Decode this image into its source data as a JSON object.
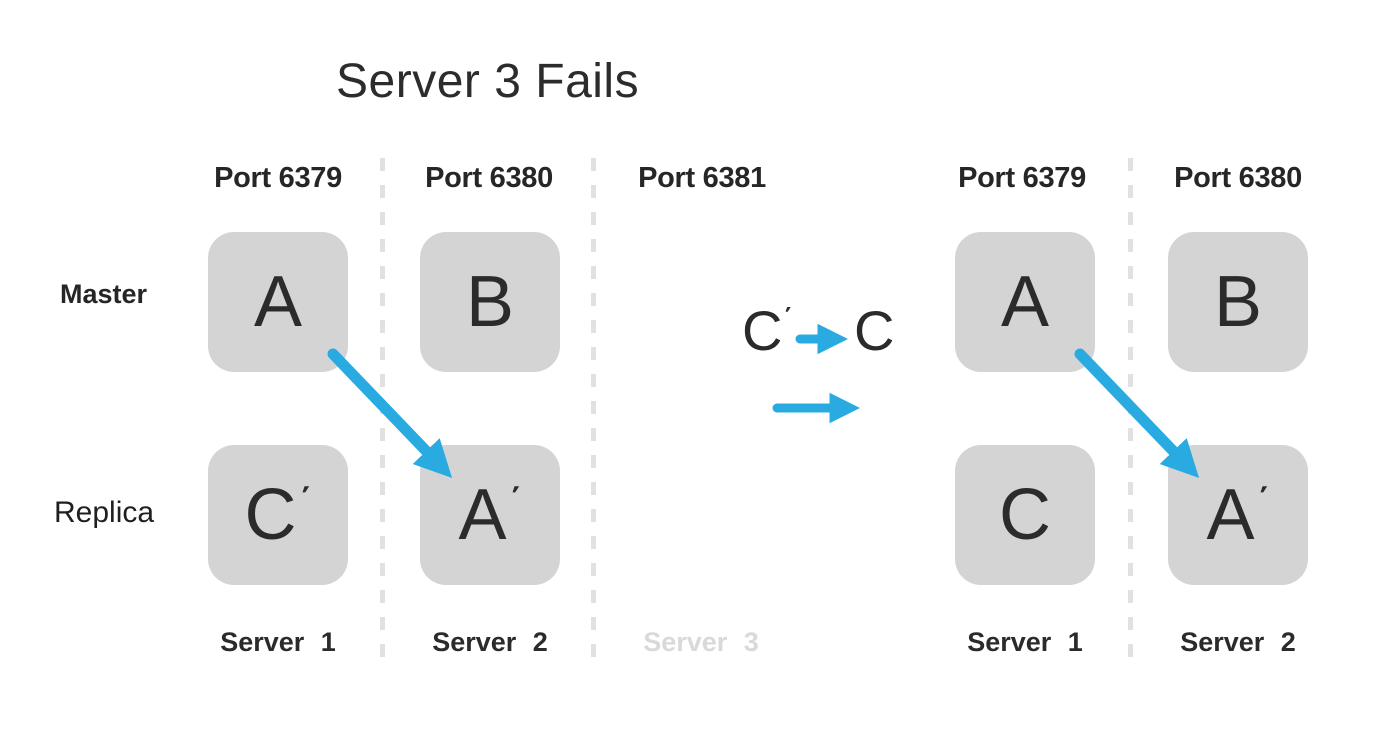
{
  "title": "Server 3 Fails",
  "colors": {
    "arrow_blue": "#29abe2",
    "node_gray": "#d4d4d4",
    "text_dark": "#2b2b2b",
    "failed_server_gray": "#d9d9d9"
  },
  "row_labels": {
    "master": "Master",
    "replica": "Replica"
  },
  "left_cluster": {
    "ports": [
      "Port 6379",
      "Port 6380",
      "Port 6381"
    ],
    "master_nodes": [
      {
        "letter": "A",
        "prime": ""
      },
      {
        "letter": "B",
        "prime": ""
      }
    ],
    "replica_nodes": [
      {
        "letter": "C",
        "prime": "′"
      },
      {
        "letter": "A",
        "prime": "′"
      }
    ],
    "servers": [
      "Server 1",
      "Server 2",
      "Server 3"
    ],
    "failed_server_index": 2
  },
  "transition": {
    "from_letter": "C",
    "from_prime": "′",
    "to_letter": "C",
    "small_arrow_icon": "arrow-right-icon",
    "big_arrow_icon": "arrow-right-icon"
  },
  "right_cluster": {
    "ports": [
      "Port 6379",
      "Port 6380"
    ],
    "master_nodes": [
      {
        "letter": "A",
        "prime": ""
      },
      {
        "letter": "B",
        "prime": ""
      }
    ],
    "replica_nodes": [
      {
        "letter": "C",
        "prime": ""
      },
      {
        "letter": "A",
        "prime": "′"
      }
    ],
    "servers": [
      "Server 1",
      "Server 2"
    ]
  }
}
